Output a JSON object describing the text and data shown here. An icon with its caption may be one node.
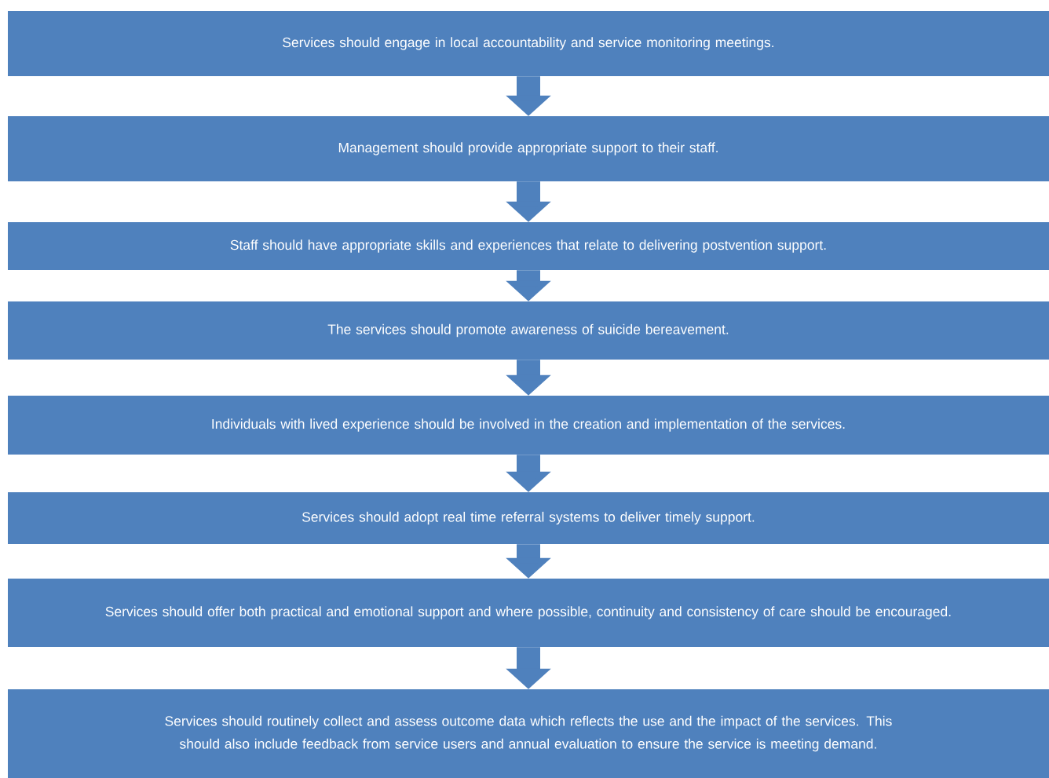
{
  "diagram": {
    "nodes": [
      {
        "text": [
          "Services should engage in local accountability and service monitoring meetings."
        ]
      },
      {
        "text": [
          "Management should provide appropriate support to their staff."
        ]
      },
      {
        "text": [
          "Staff should have appropriate skills and experiences that relate to delivering postvention support."
        ]
      },
      {
        "text": [
          "The services should promote awareness of suicide bereavement."
        ]
      },
      {
        "text": [
          "Individuals with lived experience should be involved in the creation and implementation of the services."
        ]
      },
      {
        "text": [
          "Services should adopt real time referral systems to deliver timely support."
        ]
      },
      {
        "text": [
          "Services should offer both practical and emotional support and where possible, continuity and consistency of care should be encouraged."
        ]
      },
      {
        "text": [
          "Services should routinely collect and assess outcome data which reflects the use and the impact of the services. This should also include feedback from service users and annual evaluation to ensure the service is meeting demand."
        ]
      }
    ],
    "edges": [
      {
        "from": 0,
        "to": 1,
        "arrow": "to"
      },
      {
        "from": 1,
        "to": 2,
        "arrow": "to"
      },
      {
        "from": 2,
        "to": 3,
        "arrow": "to"
      },
      {
        "from": 3,
        "to": 4,
        "arrow": "to"
      },
      {
        "from": 4,
        "to": 5,
        "arrow": "to"
      },
      {
        "from": 5,
        "to": 6,
        "arrow": "to"
      },
      {
        "from": 6,
        "to": 7,
        "arrow": "to"
      }
    ]
  }
}
